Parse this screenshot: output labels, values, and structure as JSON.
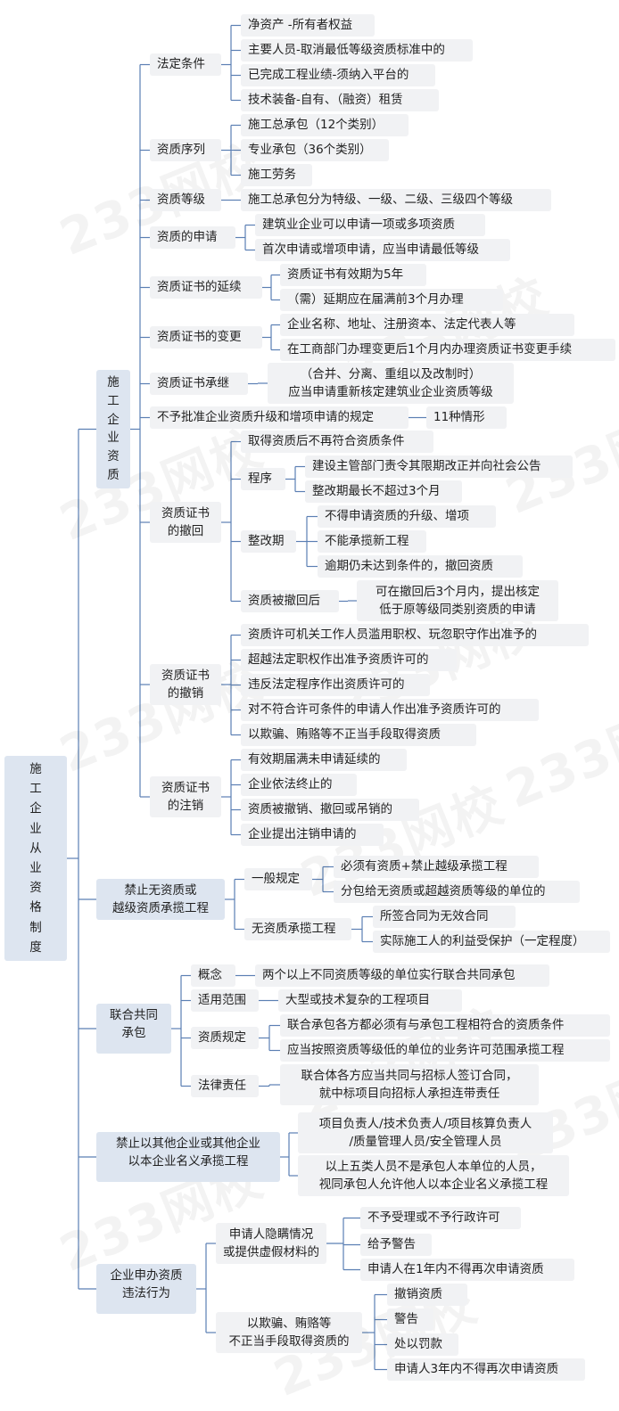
{
  "root": {
    "label": "施\n工\n企\n业\n从\n业\n资\n格\n制\n度"
  },
  "sections": {
    "s1": {
      "label": "施\n工\n企\n业\n资\n质",
      "fading": {
        "label": "法定条件",
        "items": [
          "净资产 -所有者权益",
          "主要人员-取消最低等级资质标准中的",
          "已完成工程业绩-须纳入平台的",
          "技术装备-自有、（融资）租赁"
        ]
      },
      "series": {
        "label": "资质序列",
        "items": [
          "施工总承包（12个类别）",
          "专业承包（36个类别）",
          "施工劳务"
        ]
      },
      "grade": {
        "label": "资质等级",
        "items": [
          "施工总承包分为特级、一级、二级、三级四个等级"
        ]
      },
      "apply": {
        "label": "资质的申请",
        "items": [
          "建筑业企业可以申请一项或多项资质",
          "首次申请或增项申请，应当申请最低等级"
        ]
      },
      "extend": {
        "label": "资质证书的延续",
        "items": [
          "资质证书有效期为5年",
          "（需）延期应在届满前3个月办理"
        ]
      },
      "change": {
        "label": "资质证书的变更",
        "items": [
          "企业名称、地址、注册资本、法定代表人等",
          "在工商部门办理变更后1个月内办理资质证书变更手续"
        ]
      },
      "inherit": {
        "label": "资质证书承继",
        "items": [
          "（合并、分离、重组以及改制时）\n应当申请重新核定建筑业企业资质等级"
        ]
      },
      "noupgrade": {
        "label": "不予批准企业资质升级和增项申请的规定",
        "items": [
          "11种情形"
        ]
      },
      "withdraw": {
        "label": "资质证书\n的撤回",
        "items": [
          "取得资质后不再符合资质条件"
        ],
        "procedure": {
          "label": "程序",
          "items": [
            "建设主管部门责令其限期改正并向社会公告",
            "整改期最长不超过3个月"
          ]
        },
        "period": {
          "label": "整改期",
          "items": [
            "不得申请资质的升级、增项",
            "不能承揽新工程",
            "逾期仍未达到条件的，撤回资质"
          ]
        },
        "after": {
          "label": "资质被撤回后",
          "items": [
            "可在撤回后3个月内，提出核定\n低于原等级同类别资质的申请"
          ]
        }
      },
      "revoke": {
        "label": "资质证书\n的撤销",
        "items": [
          "资质许可机关工作人员滥用职权、玩忽职守作出准予的",
          "超越法定职权作出准予资质许可的",
          "违反法定程序作出资质许可的",
          "对不符合许可条件的申请人作出准予资质许可的",
          "以欺骗、贿赂等不正当手段取得资质"
        ]
      },
      "cancel": {
        "label": "资质证书\n的注销",
        "items": [
          "有效期届满未申请延续的",
          "企业依法终止的",
          "资质被撤销、撤回或吊销的",
          "企业提出注销申请的"
        ]
      }
    },
    "s2": {
      "label": "禁止无资质或\n越级资质承揽工程",
      "general": {
        "label": "一般规定",
        "items": [
          "必须有资质+禁止越级承揽工程",
          "分包给无资质或超越资质等级的单位的"
        ]
      },
      "nocert": {
        "label": "无资质承揽工程",
        "items": [
          "所签合同为无效合同",
          "实际施工人的利益受保护（一定程度）"
        ]
      }
    },
    "s3": {
      "label": "联合共同\n承包",
      "concept": {
        "label": "概念",
        "items": [
          "两个以上不同资质等级的单位实行联合共同承包"
        ]
      },
      "scope": {
        "label": "适用范围",
        "items": [
          "大型或技术复杂的工程项目"
        ]
      },
      "rule": {
        "label": "资质规定",
        "items": [
          "联合承包各方都必须有与承包工程相符合的资质条件",
          "应当按照资质等级低的单位的业务许可范围承揽工程"
        ]
      },
      "liability": {
        "label": "法律责任",
        "items": [
          "联合体各方应当共同与招标人签订合同，\n就中标项目向招标人承担连带责任"
        ]
      }
    },
    "s4": {
      "label": "禁止以其他企业或其他企业\n以本企业名义承揽工程",
      "items": [
        "项目负责人/技术负责人/项目核算负责人\n/质量管理人员/安全管理人员",
        "以上五类人员不是承包人本单位的人员，\n视同承包人允许他人以本企业名义承揽工程"
      ]
    },
    "s5": {
      "label": "企业申办资质\n违法行为",
      "conceal": {
        "label": "申请人隐瞒情况\n或提供虚假材料的",
        "items": [
          "不予受理或不予行政许可",
          "给予警告",
          "申请人在1年内不得再次申请资质"
        ]
      },
      "fraud": {
        "label": "以欺骗、贿赂等\n不正当手段取得资质的",
        "items": [
          "撤销资质",
          "警告",
          "处以罚款",
          "申请人3年内不得再次申请资质"
        ]
      }
    }
  },
  "watermark": "233网校"
}
